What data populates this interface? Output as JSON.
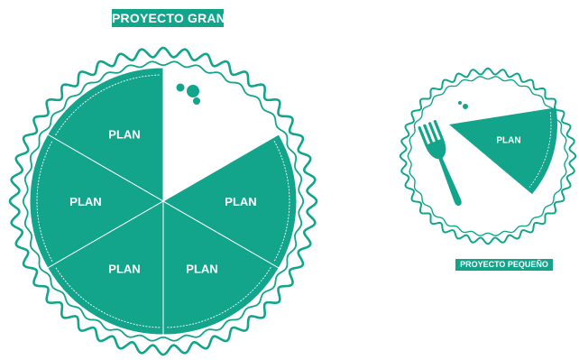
{
  "theme": {
    "accent": "#13a58c",
    "background": "#ffffff",
    "text_on_accent": "#ffffff"
  },
  "big_project": {
    "title": "PROYECTO GRANDE",
    "slices": [
      {
        "label": "PLAN",
        "present": true
      },
      {
        "label": "PLAN",
        "present": true
      },
      {
        "label": "PLAN",
        "present": true
      },
      {
        "label": "PLAN",
        "present": true
      },
      {
        "label": "PLAN",
        "present": true
      },
      {
        "label": "",
        "present": false
      }
    ],
    "crumbs": 3
  },
  "small_project": {
    "title": "PROYECTO PEQUEÑO",
    "slice_label": "PLAN",
    "icon": "fork-icon",
    "crumbs": 2
  }
}
